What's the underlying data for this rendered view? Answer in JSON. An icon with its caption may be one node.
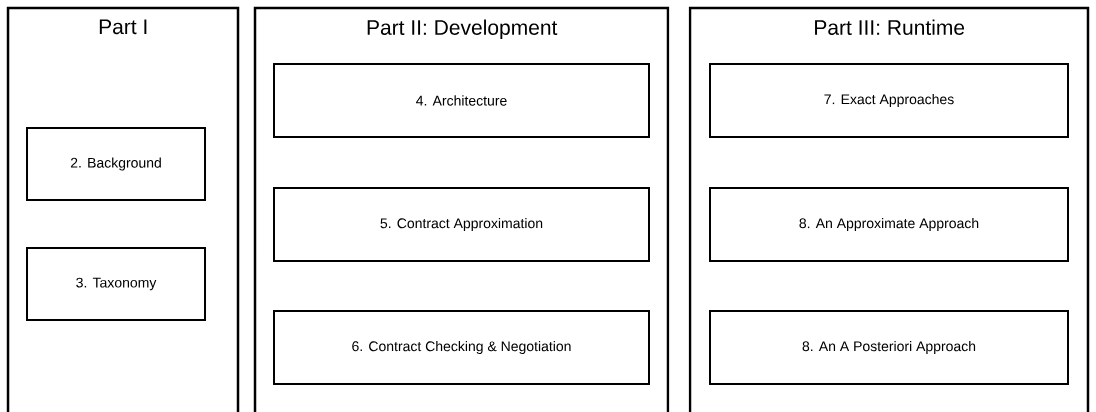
{
  "diagram": {
    "nodes": [
      {
        "text": [
          "Part I"
        ]
      },
      {
        "text": [
          "2. Background"
        ],
        "in": 0
      },
      {
        "text": [
          "3. Taxonomy"
        ],
        "in": 0
      },
      {
        "text": [
          "Part II: Development"
        ]
      },
      {
        "text": [
          "4. Architecture"
        ],
        "in": 3
      },
      {
        "text": [
          "5. Contract Approximation"
        ],
        "in": 3
      },
      {
        "text": [
          "6. Contract Checking & Negotiation"
        ],
        "in": 3
      },
      {
        "text": [
          "Part III: Runtime"
        ]
      },
      {
        "text": [
          "7. Exact Approaches"
        ],
        "in": 7
      },
      {
        "text": [
          "8. An Approximate Approach"
        ],
        "in": 7
      },
      {
        "text": [
          "8. An A Posteriori Approach"
        ],
        "in": 7
      }
    ]
  }
}
